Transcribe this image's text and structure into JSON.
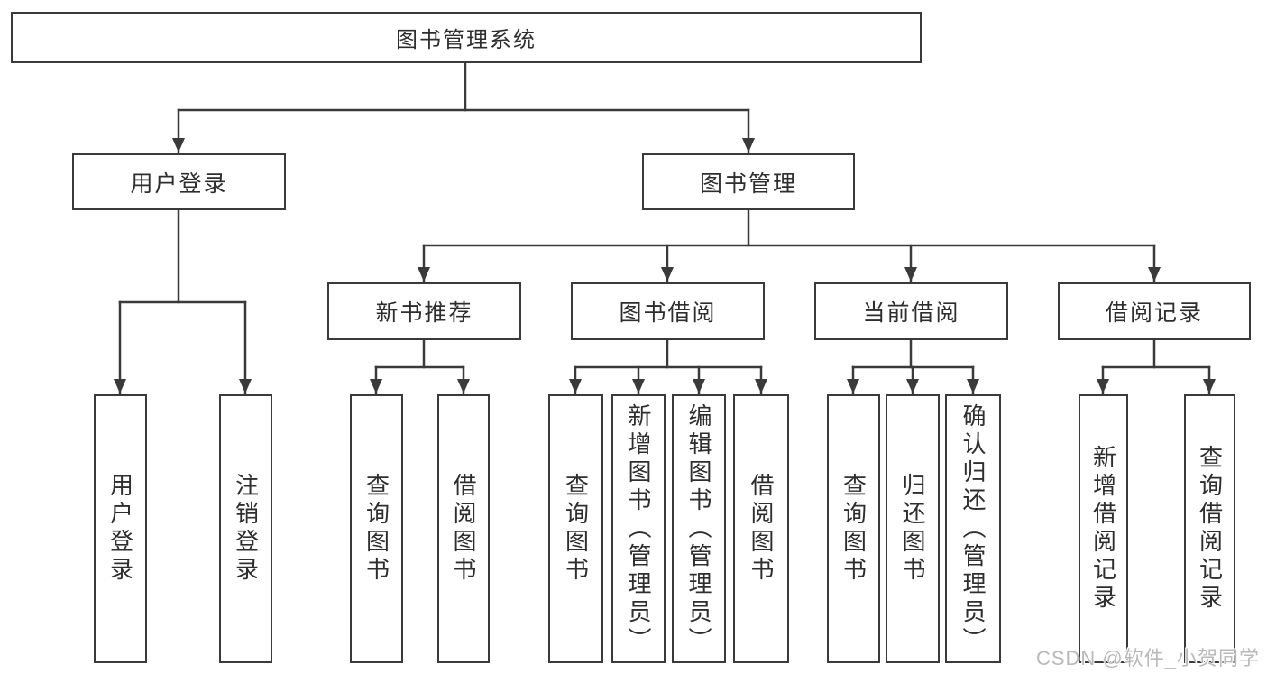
{
  "diagram": {
    "root": {
      "label": "图书管理系统"
    },
    "user_login": {
      "label": "用户登录",
      "children": [
        "用户登录",
        "注销登录"
      ]
    },
    "book_management": {
      "label": "图书管理"
    },
    "new_book": {
      "label": "新书推荐",
      "children": [
        "查询图书",
        "借阅图书"
      ]
    },
    "borrowing": {
      "label": "图书借阅",
      "children": [
        "查询图书",
        "新增图书（管理员）",
        "编辑图书（管理员）",
        "借阅图书"
      ]
    },
    "current": {
      "label": "当前借阅",
      "children": [
        "查询图书",
        "归还图书",
        "确认归还（管理员）"
      ]
    },
    "records": {
      "label": "借阅记录",
      "children": [
        "新增借阅记录",
        "查询借阅记录"
      ]
    }
  },
  "watermark": {
    "text": "CSDN @软件_小贺同学"
  },
  "colors": {
    "line": "#3a3a3a",
    "text": "#2e2e2e",
    "watermark": "#b9b9b9"
  }
}
